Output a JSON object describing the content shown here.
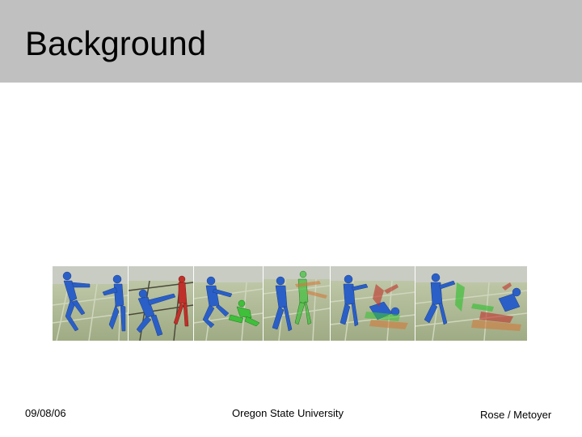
{
  "slide": {
    "title": "Background"
  },
  "footer": {
    "date": "09/08/06",
    "center": "Oregon State University",
    "right": "Rose / Metoyer"
  },
  "figure": {
    "description_icon": "motion-capture-figure-icon",
    "colors": {
      "floor": "#a9b48f",
      "wall": "#c9ccc3",
      "blue_figure": "#2a5fc7",
      "red_figure": "#c0302a",
      "green_figure": "#3fbf3a",
      "orange_figure": "#d07a3a"
    }
  }
}
